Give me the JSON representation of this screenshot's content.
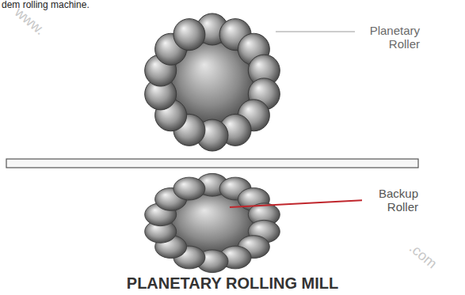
{
  "diagram": {
    "caption": "PLANETARY ROLLING MILL",
    "labels": [
      "dem rolling machine.",
      "Planetary Roller",
      "Backup Roller",
      "www.",
      ".com"
    ]
  }
}
